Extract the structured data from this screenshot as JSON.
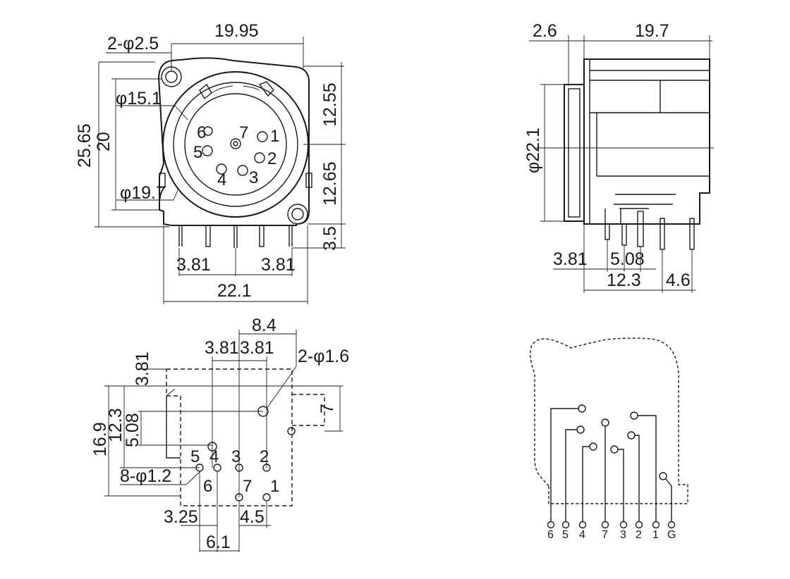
{
  "front_view": {
    "dims": {
      "hole_dia": "2-φ2.5",
      "width_top": "19.95",
      "inner_dia": "φ15.1",
      "height_total": "25.65",
      "height_20": "20",
      "upper_12_55": "12.55",
      "lower_12_65": "12.65",
      "bottom_3_5": "3.5",
      "outer_dia": "φ19.7",
      "pin_pitch_left": "3.81",
      "pin_pitch_right": "3.81",
      "width_bottom": "22.1"
    },
    "pins": [
      "1",
      "2",
      "3",
      "4",
      "5",
      "6",
      "7"
    ]
  },
  "side_view": {
    "dims": {
      "flange": "2.6",
      "depth": "19.7",
      "body_dia": "φ22.1",
      "pitch_a": "3.81",
      "pitch_b": "5.08",
      "span": "12.3",
      "offset": "4.6"
    }
  },
  "pcb_view": {
    "dims": {
      "top_8_4": "8.4",
      "pitch_left": "3.81",
      "pitch_right": "3.81",
      "mount_holes": "2-φ1.6",
      "v_3_81": "3.81",
      "v_16_9": "16.9",
      "v_12_3": "12.3",
      "v_5_08": "5.08",
      "v_7": "7",
      "pin_holes": "8-φ1.2",
      "b_3_25": "3.25",
      "b_4_5": "4.5",
      "b_6_1": "6.1"
    },
    "pins_top": [
      "5",
      "4",
      "3",
      "2"
    ],
    "pins_bottom": [
      "6",
      "7",
      "1"
    ]
  },
  "schematic": {
    "labels": [
      "6",
      "5",
      "4",
      "7",
      "3",
      "2",
      "1",
      "G"
    ]
  }
}
